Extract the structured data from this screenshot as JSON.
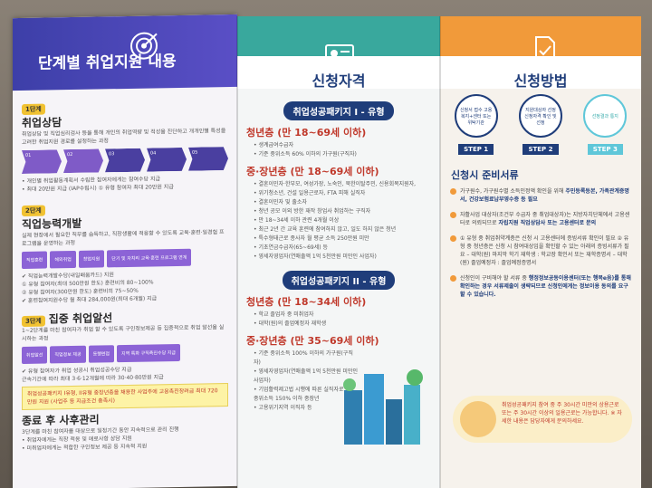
{
  "panel1": {
    "title": "단계별 취업지원 내용",
    "step1": {
      "badge": "1단계",
      "title": "취업상담",
      "desc": "취업상담 및 직업심리검사 등을 통해 개인의 취업역량 및 적성을 진단하고 개개인별 특성을 고려한 취업지원 경로를 설정하는 과정",
      "arrows": [
        "01",
        "02",
        "03",
        "04",
        "05"
      ],
      "notes": [
        "• 개인별 취업활동계획서 수립한 참여자에게는 참여수당 지급",
        "• 최대 20만원 지급 (IAP수립시) ① 유형 참여자 최대 20만원 지급"
      ]
    },
    "step2": {
      "badge": "2단계",
      "title": "직업능력개발",
      "desc": "실제 현장에서 필요한 직무를 습득하고, 직장생활에 적응할 수 있도록 교육·훈련·일경험 프로그램을 운영하는 과정",
      "pills": [
        "직업훈련",
        "해외취업",
        "창업지원",
        "단기 및 자치리 교육·훈련 프로그램 연계"
      ],
      "notes": [
        "✔ 직업능력개발수당(내일배움카드) 지원",
        "① 유형 참여자(최대 500만원 한도) 훈련비의 80~100%",
        "② 유형 참여자(300만원 한도) 훈련비의 75~50%",
        "✔ 훈련참여지원수당 월 최대 284,000원(최대 6개월) 지급"
      ]
    },
    "step3": {
      "badge": "3단계",
      "title": "집중 취업알선",
      "desc": "1~2단계를 마친 참여자가 취업 할 수 있도록 구인정보제공 등 집중적으로 취업 알선을 실시하는 과정",
      "pills": [
        "취업알선",
        "직업정보 제공",
        "동행면접",
        "지역 특화 구직촉진수당 지급"
      ],
      "notes": [
        "✔ 유형 참여자가 취업 성공시 취업성공수당 지급",
        "근속기간에 따라 최대 3·6·12개월에 따라 30·40·80만원 지급"
      ],
      "highlight": "취업성공패키지 I유형, II유형 중장년층을 채용한 사업주에 고용촉진장려금 최대 720만원 지원 (사업주 등 지급조건 충족시)"
    },
    "after": {
      "title": "종료 후 사후관리",
      "desc": "3단계를 마친 참여자를 대상으로 일정기간 동안 지속적으로 관리 진행",
      "notes": [
        "• 취업자에게는 직장 적응 및 애로사항 상담 지원",
        "• 미취업자에게는 적합한 구인정보 제공 등 지속적 지원"
      ]
    }
  },
  "panel2": {
    "title": "신청자격",
    "type1": {
      "tag": "취업성공패키지 I - 유형",
      "g1": {
        "head": "청년층 (만 18~69세 이하)",
        "items": [
          "• 생계급여수급자",
          "• 기준 중위소득 60% 이하의 가구원(구직자)"
        ]
      },
      "g2": {
        "head": "중·장년층 (만 18~69세 이하)",
        "items": [
          "• 결혼이민자·한부모, 여성가장, 노숙인, 북한이탈주민, 신용회복지원자,",
          "• 위기청소년, 건설 일용근로자, FTA 피해 실직자",
          "• 결혼이민자 및 출소자",
          "• 청년 공모 이외 방한 재작 창업사 취업하는 구직자",
          "• 만 18~34세 이하 관련 4개월 이상",
          "• 최근 2년 간 교육 훈련에 참여하지 않고, 일도 하지 않은 청년",
          "• 특수형태근로 종사자 월 평균 소득 250만원 미만",
          "• 기초연금수급자(65~69세) 등",
          "• 영세자영업자(연매출액 1억 5천만원 미만인 사업자)"
        ]
      }
    },
    "type2": {
      "tag": "취업성공패키지 II - 유형",
      "g1": {
        "head": "청년층 (만 18~34세 이하)",
        "items": [
          "• 학교 졸업자 중 미취업자",
          "• 대학(원)의 졸업예정자 재학생"
        ]
      },
      "g2": {
        "head": "중·장년층 (만 35~69세 이하)",
        "items": [
          "• 기준 중위소득 100% 이하의 가구원(구직자)",
          "• 영세자영업자(연매출액 1억 5천만원 미만인 사업자)",
          "• 기업활력제고법 시행에 따른 실직자로 중위소득 150% 이하 중장년",
          "• 고용위기지역 이직자 등"
        ]
      }
    }
  },
  "panel3": {
    "title": "신청방법",
    "steps": [
      {
        "circle": "신청서 접수 고용복지+센터 또는 위탁기관",
        "label": "STEP 1"
      },
      {
        "circle": "지원대상자 선정 신청자격 확인 및 선정",
        "label": "STEP 2"
      },
      {
        "circle": "선정결과 통지",
        "label": "STEP 3"
      }
    ],
    "prep_title": "신청시 준비서류",
    "prep": [
      {
        "text": "가구원수, 가구원수별 소득인정액 확인을 위해",
        "hl": "주민등록등본, 가족관계증명서, 건강보험료납부영수증 등 필요"
      },
      {
        "text": "자활사업 대상자(조건부 수급자 중 취업대상자)는 지방자치단체에서 고용센터로 의뢰되므로",
        "hl": "자립지원 직업상담사 또는 고용센터로 문의"
      },
      {
        "text": "① 유형 중 취업취약계층은 신청 시 고용센터에 증빙서류 확인이 필요 ② 유형 중 청년층은 신청 시 참여대상임을 확인할 수 있는 아래의 증빙서류가 필요 – 대학(원) 마지막 학기 재학생 : 학교장 확인서 또는 재학증명서 – 대학(원) 졸업예정자 : 졸업예정증명서",
        "hl": ""
      },
      {
        "text": "신청인이 구비해야 할 서류 중",
        "hl": "행정정보공동이용센터(또는 행복e음)를 통해 확인하는 경우 서류제출이 생략되므로 신청인에게는 정보이용 동의를 요구할 수 있습니다."
      }
    ],
    "callout": "취업성공패키지 참여 중 주 30시간 미만의 상용근로 또는 주 30시간 이상의 일용근로는 가능합니다. ※ 자세한 내용은 담당자에게 문의하세요."
  }
}
